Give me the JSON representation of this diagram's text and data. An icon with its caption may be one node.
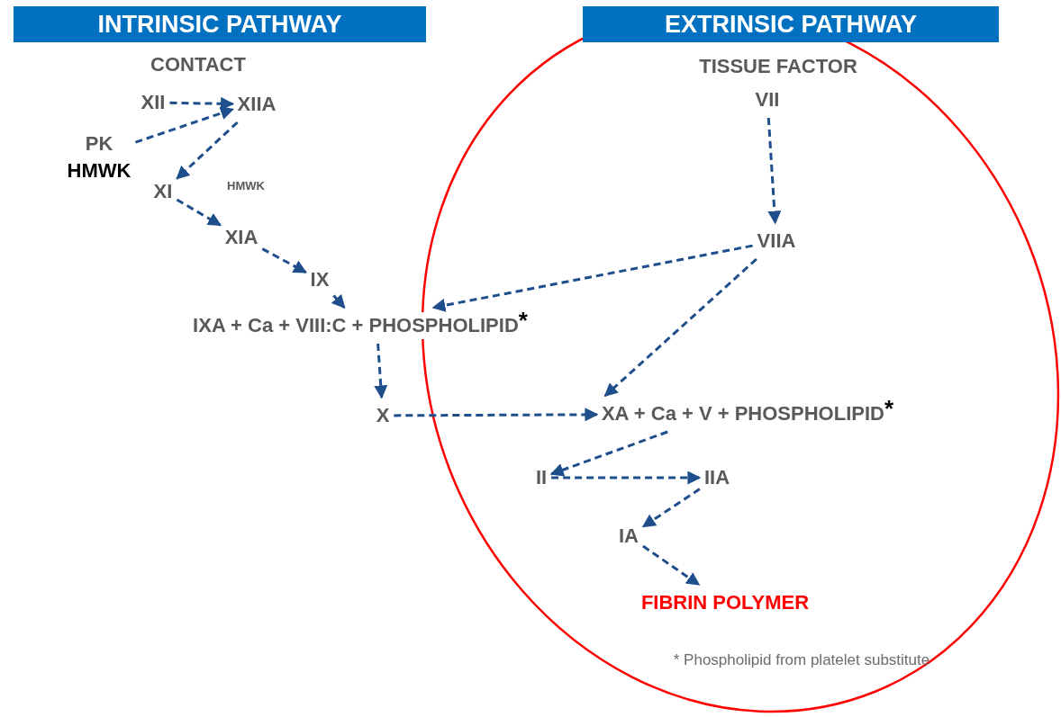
{
  "diagram": {
    "nodes": [
      {
        "text": [
          "INTRINSIC PATHWAY"
        ]
      },
      {
        "text": [
          "EXTRINSIC PATHWAY"
        ]
      },
      {
        "text": [
          "XII"
        ]
      },
      {
        "text": [
          "XIIA"
        ]
      },
      {
        "text": [
          "PK",
          "HMWK"
        ]
      },
      {
        "text": [
          "XI"
        ]
      },
      {
        "text": [
          "XIA"
        ]
      },
      {
        "text": [
          "IX"
        ]
      },
      {
        "text": [
          "IXA + Ca + VIII:C + PHOSPHOLIPID$^{*}$"
        ]
      },
      {
        "text": [
          "X"
        ]
      },
      {
        "text": [
          "VII"
        ]
      },
      {
        "text": [
          "VIIA"
        ]
      },
      {
        "text": [
          "XA + Ca + V + PHOSPHOLIPID$^{*}$"
        ]
      },
      {
        "text": [
          "II"
        ]
      },
      {
        "text": [
          "IIA"
        ]
      },
      {
        "text": [
          "IA"
        ]
      },
      {
        "text": [
          "FIBRIN POLYMER"
        ]
      }
    ],
    "edges": [
      {
        "from": 2,
        "to": 3,
        "arrow": "to",
        "style": "dashed"
      },
      {
        "from": 4,
        "to": 3,
        "arrow": "to",
        "style": "dashed"
      },
      {
        "from": 3,
        "to": 5,
        "arrow": "to",
        "style": "dashed"
      },
      {
        "from": 5,
        "to": 6,
        "arrow": "to",
        "style": "dashed",
        "label": "HMWK"
      },
      {
        "from": 6,
        "to": 7,
        "arrow": "to",
        "style": "dashed"
      },
      {
        "from": 7,
        "to": 8,
        "arrow": "to",
        "style": "dashed"
      },
      {
        "from": 10,
        "to": 11,
        "arrow": "to",
        "style": "dashed"
      },
      {
        "from": 11,
        "to": 8,
        "arrow": "to",
        "style": "dashed"
      },
      {
        "from": 11,
        "to": 12,
        "arrow": "to",
        "style": "dashed"
      },
      {
        "from": 8,
        "to": 9,
        "arrow": "to",
        "style": "dashed"
      },
      {
        "from": 9,
        "to": 12,
        "arrow": "to",
        "style": "dashed"
      },
      {
        "from": 12,
        "to": 13,
        "arrow": "to",
        "style": "dashed"
      },
      {
        "from": 13,
        "to": 14,
        "arrow": "to",
        "style": "dashed"
      },
      {
        "from": 14,
        "to": 15,
        "arrow": "to",
        "style": "dashed"
      },
      {
        "from": 15,
        "to": 16,
        "arrow": "to",
        "style": "dashed"
      }
    ],
    "labels": [
      "CONTACT",
      "TISSUE FACTOR",
      "* Phospholipid from platelet substitute"
    ]
  }
}
